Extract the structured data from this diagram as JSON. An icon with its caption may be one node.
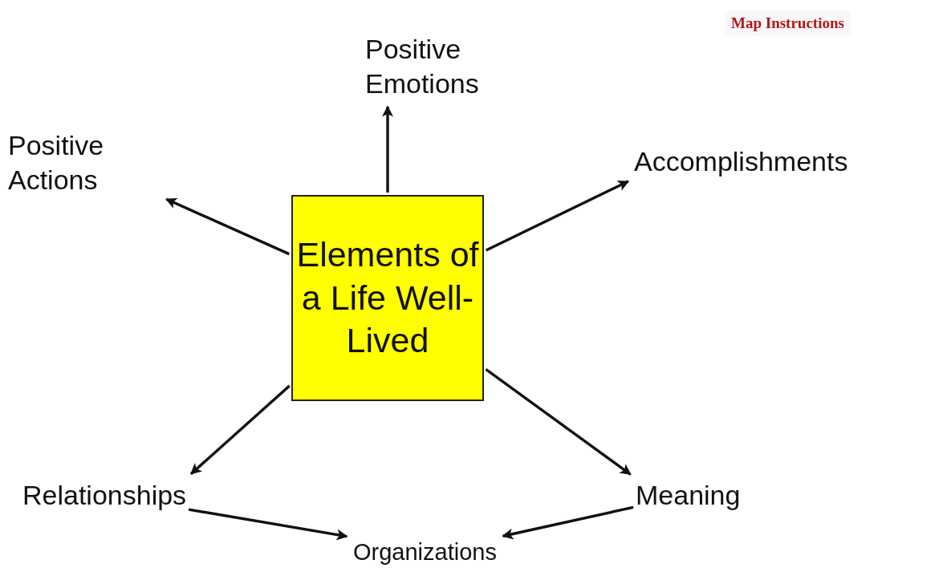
{
  "diagram": {
    "nodes": [
      {
        "text": [
          "Elements of a Life Well-Lived"
        ]
      },
      {
        "text": [
          "Positive Emotions"
        ]
      },
      {
        "text": [
          "Positive Actions"
        ]
      },
      {
        "text": [
          "Accomplishments"
        ]
      },
      {
        "text": [
          "Relationships"
        ]
      },
      {
        "text": [
          "Meaning"
        ]
      },
      {
        "text": [
          "Organizations"
        ]
      }
    ],
    "edges": [
      {
        "from": 0,
        "to": 1,
        "arrow": "to"
      },
      {
        "from": 0,
        "to": 2,
        "arrow": "to"
      },
      {
        "from": 0,
        "to": 3,
        "arrow": "to"
      },
      {
        "from": 0,
        "to": 4,
        "arrow": "to"
      },
      {
        "from": 0,
        "to": 5,
        "arrow": "to"
      },
      {
        "from": 4,
        "to": 6,
        "arrow": "to"
      },
      {
        "from": 5,
        "to": 6,
        "arrow": "to"
      }
    ],
    "labels": [
      "Map Instructions"
    ]
  }
}
